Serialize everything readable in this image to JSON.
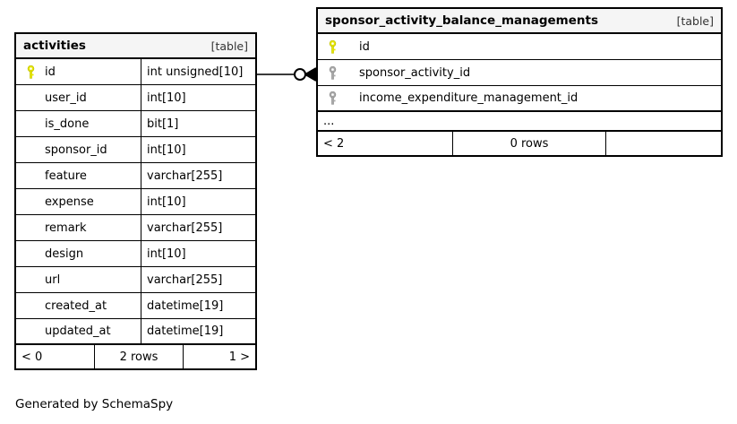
{
  "diagram": {
    "caption": "Generated by SchemaSpy",
    "table_kind_label": "[table]",
    "ellipsis": "...",
    "colors": {
      "primary_key": "#e8e800",
      "foreign_key": "#a9a9a9",
      "header_bg": "#f5f5f5",
      "border": "#000000",
      "background": "#ffffff"
    }
  },
  "tables": [
    {
      "name": "activities",
      "kind": "[table]",
      "columns": [
        {
          "key": "primary",
          "name": "id",
          "type": "int unsigned[10]"
        },
        {
          "key": "none",
          "name": "user_id",
          "type": "int[10]"
        },
        {
          "key": "none",
          "name": "is_done",
          "type": "bit[1]"
        },
        {
          "key": "none",
          "name": "sponsor_id",
          "type": "int[10]"
        },
        {
          "key": "none",
          "name": "feature",
          "type": "varchar[255]"
        },
        {
          "key": "none",
          "name": "expense",
          "type": "int[10]"
        },
        {
          "key": "none",
          "name": "remark",
          "type": "varchar[255]"
        },
        {
          "key": "none",
          "name": "design",
          "type": "int[10]"
        },
        {
          "key": "none",
          "name": "url",
          "type": "varchar[255]"
        },
        {
          "key": "none",
          "name": "created_at",
          "type": "datetime[19]"
        },
        {
          "key": "none",
          "name": "updated_at",
          "type": "datetime[19]"
        }
      ],
      "footer": {
        "left": "< 0",
        "middle": "2 rows",
        "right": "1 >"
      }
    },
    {
      "name": "sponsor_activity_balance_managements",
      "kind": "[table]",
      "columns": [
        {
          "key": "primary",
          "name": "id",
          "type": ""
        },
        {
          "key": "foreign",
          "name": "sponsor_activity_id",
          "type": ""
        },
        {
          "key": "foreign",
          "name": "income_expenditure_management_id",
          "type": ""
        }
      ],
      "has_ellipsis_row": true,
      "footer": {
        "left": "< 2",
        "middle": "0 rows",
        "right": ""
      }
    }
  ],
  "relationships": [
    {
      "from_table": "activities",
      "from_column": "id",
      "to_table": "sponsor_activity_balance_managements",
      "to_column": "sponsor_activity_id",
      "notation": "zero-or-many"
    }
  ]
}
